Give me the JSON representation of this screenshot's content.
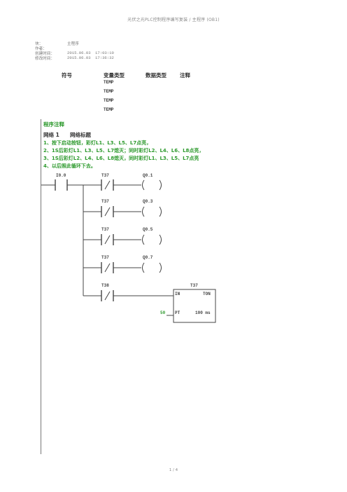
{
  "header": {
    "title": "光伏之光PLC控制程序编写复装  /  主程序 (OB1)"
  },
  "meta": {
    "block_label": "块：",
    "block_value": "主程序",
    "author_label": "作者：",
    "created_label": "创建时间：",
    "created_date": "2015.06.03",
    "created_time": "17:03:10",
    "modified_label": "修改时间：",
    "modified_date": "2015.06.03",
    "modified_time": "17:36:32"
  },
  "symbol_table": {
    "headers": [
      "符号",
      "变量类型",
      "数据类型",
      "注释"
    ],
    "rows": [
      "TEMP",
      "TEMP",
      "TEMP",
      "TEMP"
    ]
  },
  "program": {
    "comment_title": "程序注释",
    "network_label": "网络 1",
    "network_title": "网络标题",
    "comment_lines": [
      "1、按下启动按钮，彩灯L1、L3、L5、L7点亮，",
      "2、1S后彩灯L1、L3、L5、L7熄灭；同时彩灯L2、L4、L6、L8点亮，",
      "3、1S后彩灯L2、L4、L6、L8熄灭，同时彩灯L1、L3、L5、L7点亮",
      "4、以后照此循环下去。"
    ]
  },
  "ladder": {
    "contact_main": "I0.0",
    "branches": [
      {
        "contact": "T37",
        "coil": "Q0.1"
      },
      {
        "contact": "T37",
        "coil": "Q0.3"
      },
      {
        "contact": "T37",
        "coil": "Q0.5"
      },
      {
        "contact": "T37",
        "coil": "Q0.7"
      }
    ],
    "timer_contact": "T38",
    "timer": {
      "name": "T37",
      "in_label": "IN",
      "type_label": "TON",
      "pt_label": "PT",
      "pt_value": "50",
      "time_base": "100 ms"
    },
    "colors": {
      "line": "#444444",
      "pt_value": "#2e9a2e"
    }
  },
  "footer": {
    "page": "1 / 4"
  }
}
